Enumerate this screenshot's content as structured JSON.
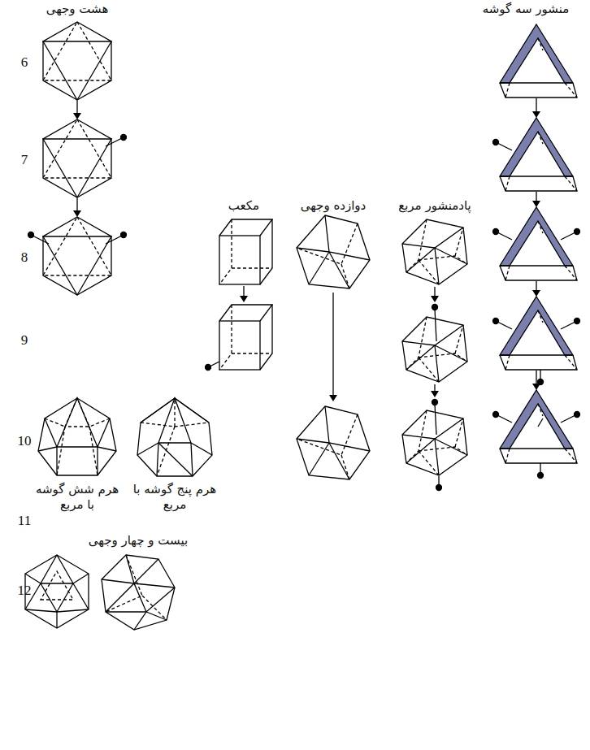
{
  "diagram": {
    "labels": [
      "منشور سه گوشه",
      "هشت وجهی",
      "6",
      "7",
      "پادمنشور مربع",
      "دوازده وجهی",
      "مکعب",
      "8",
      "9",
      "10",
      "هرم پنج گوشه با مربع",
      "هرم شش گوشه با مربع",
      "11",
      "بیست و چهار وجهی",
      "12"
    ]
  }
}
